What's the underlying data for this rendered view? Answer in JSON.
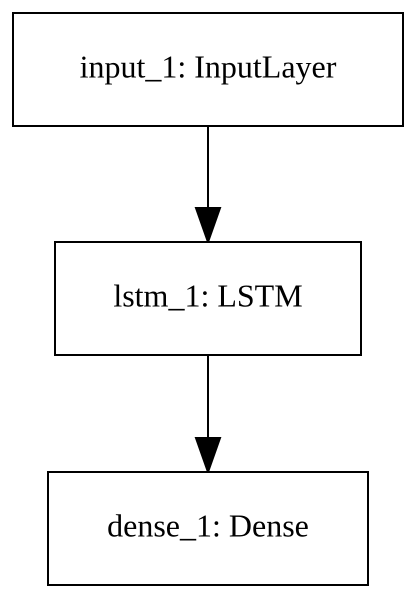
{
  "graph": {
    "nodes": [
      {
        "id": "input_1",
        "label": "input_1: InputLayer"
      },
      {
        "id": "lstm_1",
        "label": "lstm_1: LSTM"
      },
      {
        "id": "dense_1",
        "label": "dense_1: Dense"
      }
    ],
    "edges": [
      {
        "from": "input_1",
        "to": "lstm_1"
      },
      {
        "from": "lstm_1",
        "to": "dense_1"
      }
    ]
  },
  "colors": {
    "background": "#ffffff",
    "stroke": "#000000",
    "text": "#000000"
  }
}
